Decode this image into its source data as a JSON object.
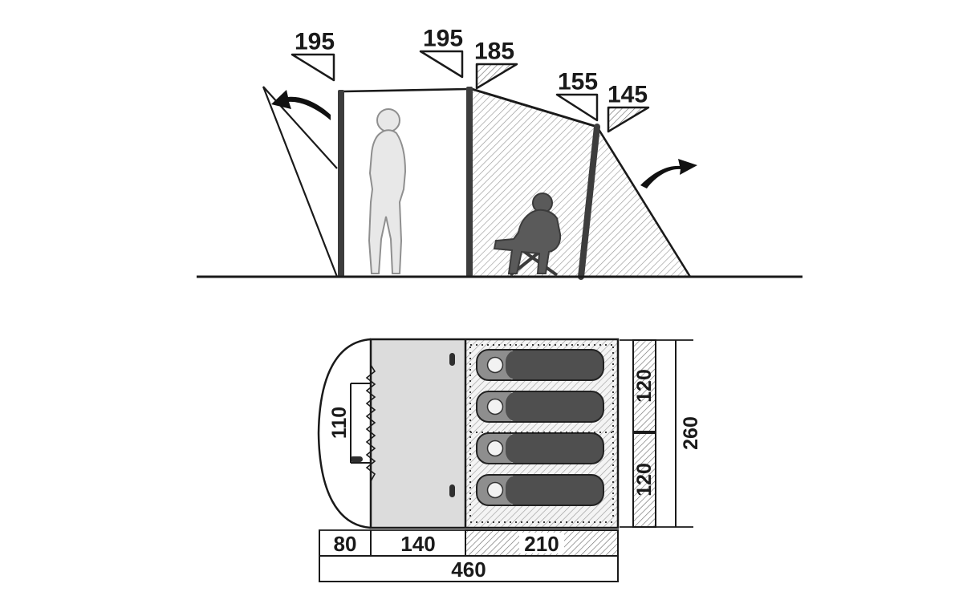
{
  "diagram_type": "tent-dimension-diagram",
  "side_view": {
    "porch_peak_height": "195",
    "front_pole_height": "195",
    "inner_front_height": "185",
    "rear_pole_height": "155",
    "inner_rear_height": "145"
  },
  "floor_plan": {
    "door_opening_width": "110",
    "sleeping_cabin_width_1": "120",
    "sleeping_cabin_width_2": "120",
    "total_width": "260",
    "canopy_depth": "80",
    "living_area_depth": "140",
    "sleeping_area_depth": "210",
    "total_length": "460"
  },
  "colors": {
    "line": "#1a1a1a",
    "pole": "#3d3d3d",
    "porch_fill": "#dcdcdc",
    "bag_fill": "#4f4f4f"
  }
}
